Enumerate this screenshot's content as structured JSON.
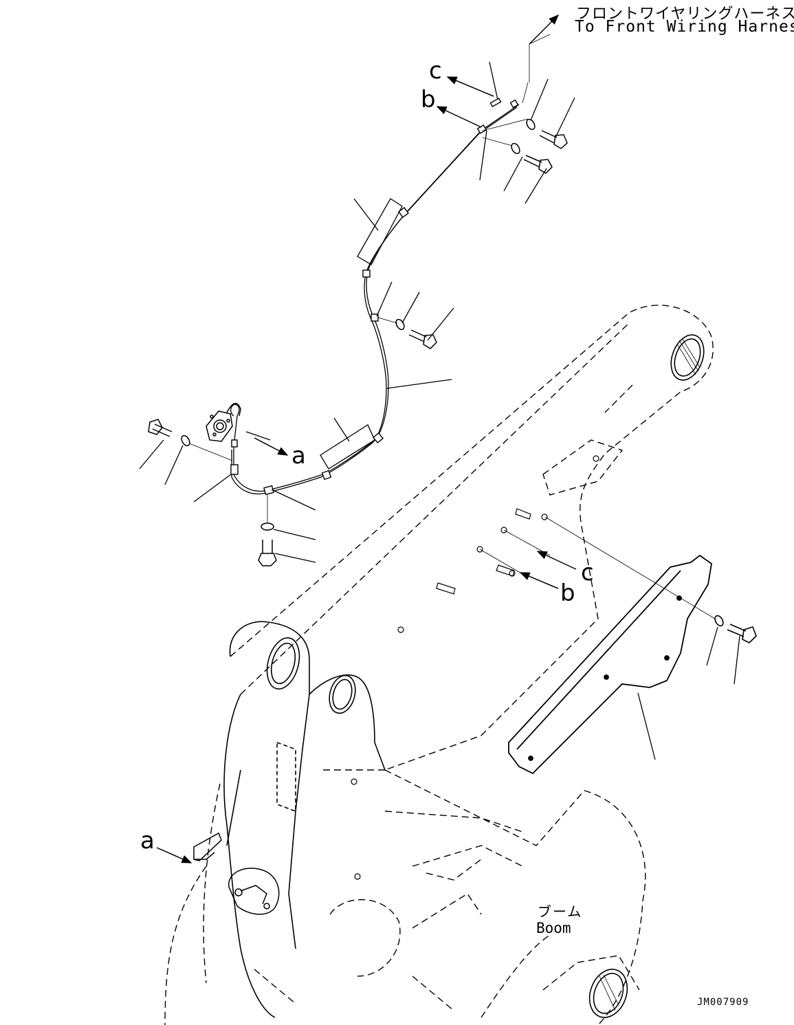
{
  "labels": {
    "harness_jp": "フロントワイヤリングハーネスへ",
    "harness_en": "To Front Wiring Harness",
    "boom_jp": "ブーム",
    "boom_en": "Boom",
    "drawing_code": "JM007909"
  },
  "refs": {
    "a_top": "a",
    "a_bottom": "a",
    "b_top": "b",
    "b_bottom": "b",
    "c_top": "c",
    "c_bottom": "c"
  }
}
